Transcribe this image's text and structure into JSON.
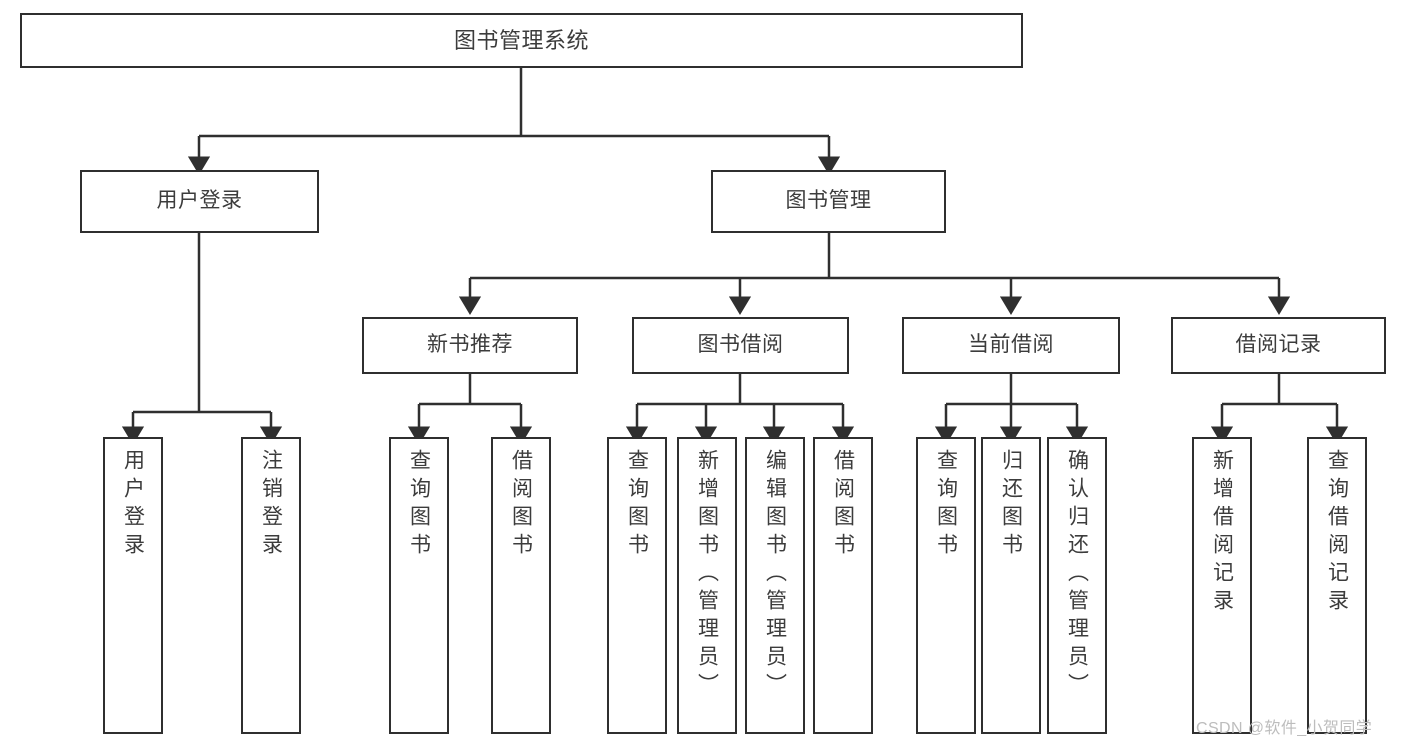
{
  "diagram": {
    "type": "tree-hierarchy-chart",
    "title": "图书管理系统",
    "stroke_color": "#2f2f2f",
    "text_color": "#3c3c3c",
    "background_color": "#ffffff",
    "nodes": {
      "root": {
        "label": "图书管理系统"
      },
      "level2": [
        {
          "id": "user-login",
          "label": "用户登录"
        },
        {
          "id": "book-management",
          "label": "图书管理"
        }
      ],
      "level3": [
        {
          "id": "new-book-recommend",
          "label": "新书推荐"
        },
        {
          "id": "book-borrow",
          "label": "图书借阅"
        },
        {
          "id": "current-borrow",
          "label": "当前借阅"
        },
        {
          "id": "borrow-record",
          "label": "借阅记录"
        }
      ],
      "leaves": [
        {
          "id": "leaf-user-login",
          "label": "用户登录",
          "parent": "user-login"
        },
        {
          "id": "leaf-logout-login",
          "label": "注销登录",
          "parent": "user-login"
        },
        {
          "id": "leaf-query-book-1",
          "label": "查询图书",
          "parent": "new-book-recommend"
        },
        {
          "id": "leaf-borrow-book-1",
          "label": "借阅图书",
          "parent": "new-book-recommend"
        },
        {
          "id": "leaf-query-book-2",
          "label": "查询图书",
          "parent": "book-borrow"
        },
        {
          "id": "leaf-add-book",
          "label": "新增图书（管理员）",
          "parent": "book-borrow"
        },
        {
          "id": "leaf-edit-book",
          "label": "编辑图书（管理员）",
          "parent": "book-borrow"
        },
        {
          "id": "leaf-borrow-book-2",
          "label": "借阅图书",
          "parent": "book-borrow"
        },
        {
          "id": "leaf-query-book-3",
          "label": "查询图书",
          "parent": "current-borrow"
        },
        {
          "id": "leaf-return-book",
          "label": "归还图书",
          "parent": "current-borrow"
        },
        {
          "id": "leaf-confirm-return",
          "label": "确认归还（管理员）",
          "parent": "current-borrow"
        },
        {
          "id": "leaf-add-record",
          "label": "新增借阅记录",
          "parent": "borrow-record"
        },
        {
          "id": "leaf-query-record",
          "label": "查询借阅记录",
          "parent": "borrow-record"
        }
      ]
    },
    "watermark": "CSDN @软件_小贺同学"
  }
}
